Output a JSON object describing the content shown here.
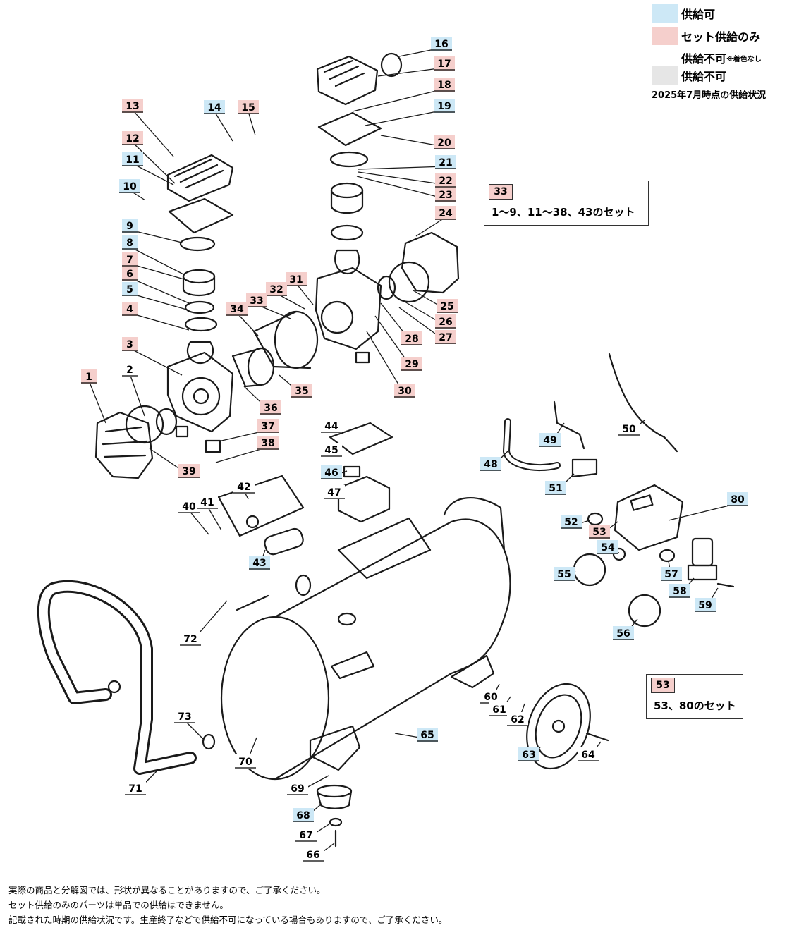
{
  "colors": {
    "avail": "#cde8f6",
    "set_only": "#f5cfcc",
    "unavailable": "#e6e6e6",
    "line": "#1a1a1a"
  },
  "legend": {
    "available": "供給可",
    "set_only": "セット供給のみ",
    "not_available_note_main": "供給不可",
    "not_available_note_small": "※着色なし",
    "not_available": "供給不可",
    "date": "2025年7月時点の供給状況"
  },
  "set_boxes": [
    {
      "tag": "33",
      "text": "1～9、11～38、43のセット"
    },
    {
      "tag": "53",
      "text": "53、80のセット"
    }
  ],
  "parts": [
    {
      "n": "1",
      "s": "set"
    },
    {
      "n": "2",
      "s": "none"
    },
    {
      "n": "3",
      "s": "set"
    },
    {
      "n": "4",
      "s": "set"
    },
    {
      "n": "5",
      "s": "avail"
    },
    {
      "n": "6",
      "s": "set"
    },
    {
      "n": "7",
      "s": "set"
    },
    {
      "n": "8",
      "s": "avail"
    },
    {
      "n": "9",
      "s": "avail"
    },
    {
      "n": "10",
      "s": "avail"
    },
    {
      "n": "11",
      "s": "avail"
    },
    {
      "n": "12",
      "s": "set"
    },
    {
      "n": "13",
      "s": "set"
    },
    {
      "n": "14",
      "s": "avail"
    },
    {
      "n": "15",
      "s": "set"
    },
    {
      "n": "16",
      "s": "avail"
    },
    {
      "n": "17",
      "s": "set"
    },
    {
      "n": "18",
      "s": "set"
    },
    {
      "n": "19",
      "s": "avail"
    },
    {
      "n": "20",
      "s": "set"
    },
    {
      "n": "21",
      "s": "avail"
    },
    {
      "n": "22",
      "s": "set"
    },
    {
      "n": "23",
      "s": "set"
    },
    {
      "n": "24",
      "s": "set"
    },
    {
      "n": "25",
      "s": "set"
    },
    {
      "n": "26",
      "s": "set"
    },
    {
      "n": "27",
      "s": "set"
    },
    {
      "n": "28",
      "s": "set"
    },
    {
      "n": "29",
      "s": "set"
    },
    {
      "n": "30",
      "s": "set"
    },
    {
      "n": "31",
      "s": "set"
    },
    {
      "n": "32",
      "s": "set"
    },
    {
      "n": "33",
      "s": "set"
    },
    {
      "n": "34",
      "s": "set"
    },
    {
      "n": "35",
      "s": "set"
    },
    {
      "n": "36",
      "s": "set"
    },
    {
      "n": "37",
      "s": "set"
    },
    {
      "n": "38",
      "s": "set"
    },
    {
      "n": "39",
      "s": "set"
    },
    {
      "n": "40",
      "s": "none"
    },
    {
      "n": "41",
      "s": "none"
    },
    {
      "n": "42",
      "s": "none"
    },
    {
      "n": "43",
      "s": "avail"
    },
    {
      "n": "44",
      "s": "none"
    },
    {
      "n": "45",
      "s": "none"
    },
    {
      "n": "46",
      "s": "avail"
    },
    {
      "n": "47",
      "s": "none"
    },
    {
      "n": "48",
      "s": "avail"
    },
    {
      "n": "49",
      "s": "avail"
    },
    {
      "n": "50",
      "s": "none"
    },
    {
      "n": "51",
      "s": "avail"
    },
    {
      "n": "52",
      "s": "avail"
    },
    {
      "n": "53",
      "s": "set"
    },
    {
      "n": "54",
      "s": "avail"
    },
    {
      "n": "55",
      "s": "avail"
    },
    {
      "n": "56",
      "s": "avail"
    },
    {
      "n": "57",
      "s": "avail"
    },
    {
      "n": "58",
      "s": "avail"
    },
    {
      "n": "59",
      "s": "avail"
    },
    {
      "n": "60",
      "s": "none"
    },
    {
      "n": "61",
      "s": "none"
    },
    {
      "n": "62",
      "s": "none"
    },
    {
      "n": "63",
      "s": "avail"
    },
    {
      "n": "64",
      "s": "none"
    },
    {
      "n": "65",
      "s": "avail"
    },
    {
      "n": "66",
      "s": "none"
    },
    {
      "n": "67",
      "s": "none"
    },
    {
      "n": "68",
      "s": "avail"
    },
    {
      "n": "69",
      "s": "none"
    },
    {
      "n": "70",
      "s": "none"
    },
    {
      "n": "71",
      "s": "none"
    },
    {
      "n": "72",
      "s": "none"
    },
    {
      "n": "73",
      "s": "none"
    },
    {
      "n": "80",
      "s": "avail"
    }
  ],
  "footer": [
    "実際の商品と分解図では、形状が異なることがありますので、ご了承ください。",
    "セット供給のみのパーツは単品での供給はできません。",
    "記載された時期の供給状況です。生産終了などで供給不可になっている場合もありますので、ご了承ください。"
  ]
}
